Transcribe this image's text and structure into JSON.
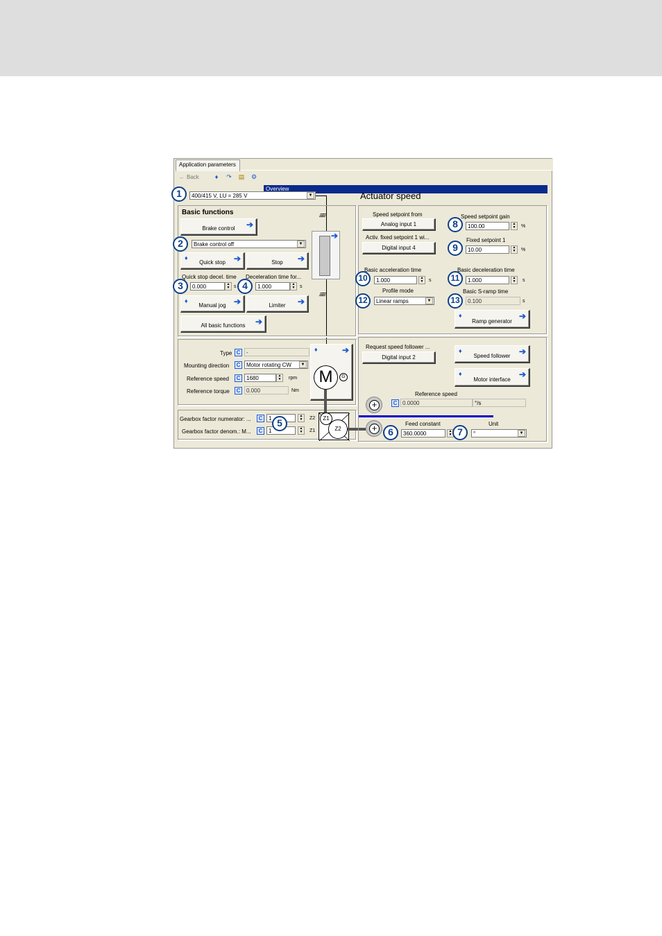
{
  "window": {
    "tab_label": "Application parameters",
    "back_label": "Back",
    "overview_label": "Overview"
  },
  "mains": {
    "value": "400/415 V, LU = 285 V"
  },
  "actuator_title": "Actuator speed",
  "basic": {
    "title": "Basic functions",
    "brake_control": "Brake control",
    "brake_mode": "Brake control off",
    "quick_stop": "Quick stop",
    "stop": "Stop",
    "qs_decel_label": "Quick stop decel. time",
    "qs_decel_value": "0.000",
    "decel_label": "Deceleration time for...",
    "decel_value": "1.000",
    "unit_s": "s",
    "manual_jog": "Manual jog",
    "limiter": "Limiter",
    "all_basic": "All basic functions"
  },
  "motor": {
    "type_label": "Type",
    "type_value": "-",
    "mounting_label": "Mounting direction",
    "mounting_value": "Motor rotating CW",
    "ref_speed_label": "Reference speed",
    "ref_speed_value": "1680",
    "ref_speed_unit": "rpm",
    "ref_torque_label": "Reference torque",
    "ref_torque_value": "0.000",
    "ref_torque_unit": "Nm",
    "c": "C",
    "m_symbol": "M",
    "g_symbol": "G"
  },
  "gearbox": {
    "num_label": "Gearbox factor numerator: ...",
    "num_value": "1",
    "num_tag": "Z2",
    "den_label": "Gearbox factor denom.: M...",
    "den_value": "1",
    "den_tag": "Z1",
    "z1": "Z1",
    "z2": "Z2"
  },
  "speed": {
    "setpoint_from_label": "Speed setpoint from",
    "setpoint_from_value": "Analog input 1",
    "fixed_activ_label": "Activ. fixed setpoint 1 wi...",
    "fixed_activ_value": "Digital input 4",
    "gain_label": "Speed setpoint gain",
    "gain_value": "100.00",
    "fixed1_label": "Fixed setpoint 1",
    "fixed1_value": "10.00",
    "pct": "%",
    "acc_label": "Basic acceleration time",
    "acc_value": "1.000",
    "dec_label": "Basic deceleration time",
    "dec_value": "1.000",
    "profile_label": "Profile mode",
    "profile_value": "Linear ramps",
    "sramp_label": "Basic S-ramp time",
    "sramp_value": "0.100",
    "unit_s": "s",
    "ramp_gen": "Ramp generator"
  },
  "follower": {
    "request_label": "Request speed follower ...",
    "request_value": "Digital input 2",
    "speed_follower": "Speed follower",
    "motor_interface": "Motor interface",
    "ref_speed_label": "Reference speed",
    "ref_speed_value": "0.0000",
    "ref_speed_unit": "°/s",
    "feed_label": "Feed constant",
    "feed_value": "360.0000",
    "unit_label": "Unit",
    "unit_value": "°",
    "c": "C"
  },
  "badges": [
    "1",
    "2",
    "3",
    "4",
    "5",
    "6",
    "7",
    "8",
    "9",
    "10",
    "11",
    "12",
    "13"
  ],
  "colors": {
    "accent": "#1e5bd0",
    "badge": "#0d3f87",
    "overview_bar": "#0a2a8c",
    "window_bg": "#ece9d8"
  }
}
